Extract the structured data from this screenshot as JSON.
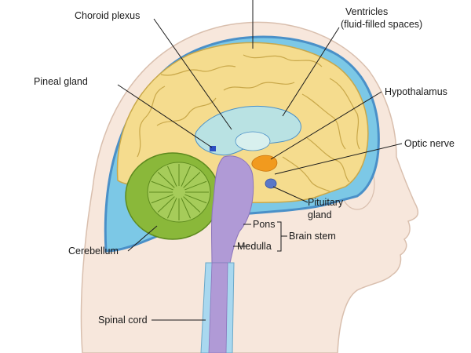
{
  "labels": {
    "choroid_plexus": "Choroid plexus",
    "ventricles_line1": "Ventricles",
    "ventricles_line2": "(fluid-filled spaces)",
    "pineal_gland": "Pineal gland",
    "hypothalamus": "Hypothalamus",
    "optic_nerve": "Optic nerve",
    "pituitary_line1": "Pituitary",
    "pituitary_line2": "gland",
    "pons": "Pons",
    "brain_stem": "Brain stem",
    "medulla": "Medulla",
    "cerebellum": "Cerebellum",
    "spinal_cord": "Spinal cord"
  },
  "colors": {
    "skin": "#f7e7dc",
    "skin_outline": "#d9bfae",
    "skull_cyan": "#7cc8e6",
    "skull_blue": "#4a90c8",
    "cerebrum": "#f5dc8e",
    "cerebrum_fold": "#c9a84a",
    "ventricle": "#b9e2e3",
    "cerebellum": "#8ab83a",
    "cerebellum_dark": "#5d8a1e",
    "brainstem": "#b09ad6",
    "spinal_canal": "#a9d8ef",
    "hypothalamus": "#f19a1e",
    "pituitary": "#5a78c8",
    "pineal": "#2c4fc2"
  }
}
